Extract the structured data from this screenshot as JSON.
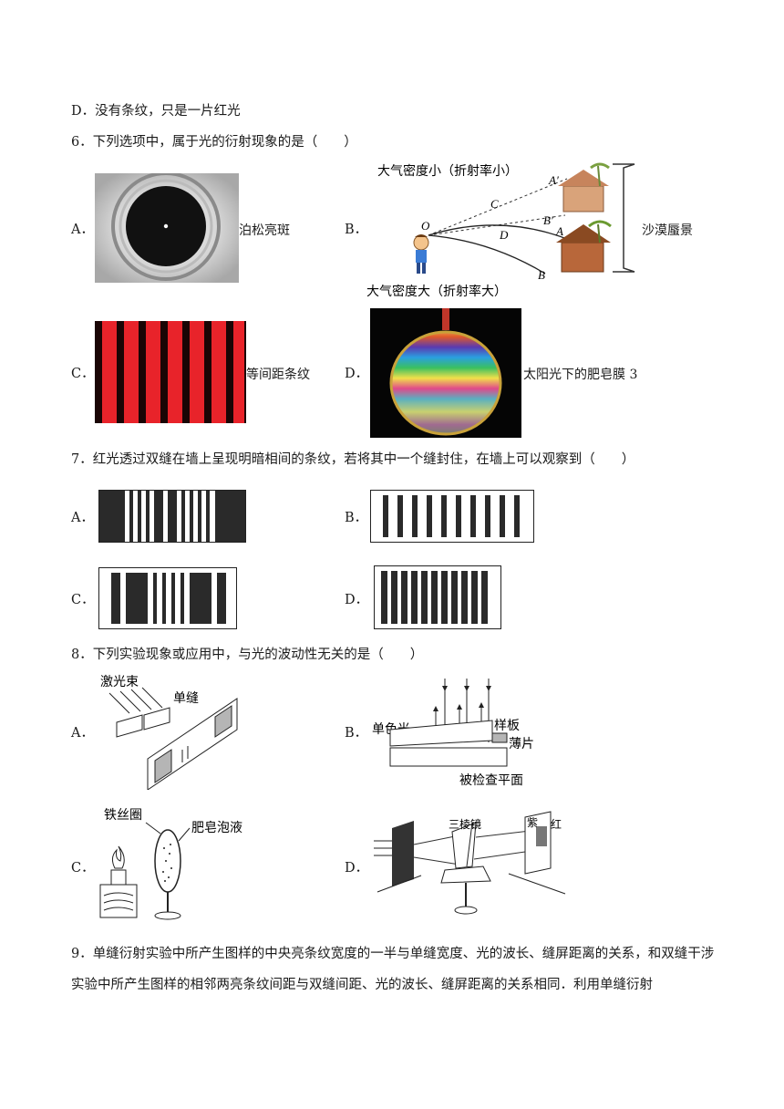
{
  "prev": {
    "optD": "D．没有条纹，只是一片红光"
  },
  "q6": {
    "stem": "6．下列选项中，属于光的衍射现象的是（　　）",
    "options": [
      {
        "letter": "A．",
        "caption": "泊松亮斑"
      },
      {
        "letter": "B．",
        "caption": "沙漠蜃景"
      },
      {
        "letter": "C．",
        "caption": "等间距条纹"
      },
      {
        "letter": "D．",
        "caption": "太阳光下的肥皂膜 3"
      }
    ],
    "mirage": {
      "top_label": "大气密度小（折射率小）",
      "bottom_label": "大气密度大（折射率大）",
      "points": [
        "O",
        "C",
        "A′",
        "B′",
        "D",
        "A",
        "B"
      ]
    }
  },
  "q7": {
    "stem": "7．红光透过双缝在墙上呈现明暗相间的条纹，若将其中一个缝封住，在墙上可以观察到（　　）",
    "options": [
      "A．",
      "B．",
      "C．",
      "D．"
    ]
  },
  "q8": {
    "stem": "8．下列实验现象或应用中，与光的波动性无关的是（　　）",
    "options": [
      "A．",
      "B．",
      "C．",
      "D．"
    ],
    "figA": {
      "laser": "激光束",
      "slit": "单缝"
    },
    "figB": {
      "mono": "单色光",
      "plate": "样板",
      "film": "薄片",
      "surface": "被检查平面"
    },
    "figC": {
      "ring": "铁丝圈",
      "soap": "肥皂泡液"
    },
    "figD": {
      "prism": "三棱镜",
      "violet": "紫",
      "red": "红"
    }
  },
  "q9": {
    "text": "9．单缝衍射实验中所产生图样的中央亮条纹宽度的一半与单缝宽度、光的波长、缝屏距离的关系，和双缝干涉实验中所产生图样的相邻两亮条纹间距与双缝间距、光的波长、缝屏距离的关系相同．利用单缝衍射"
  }
}
